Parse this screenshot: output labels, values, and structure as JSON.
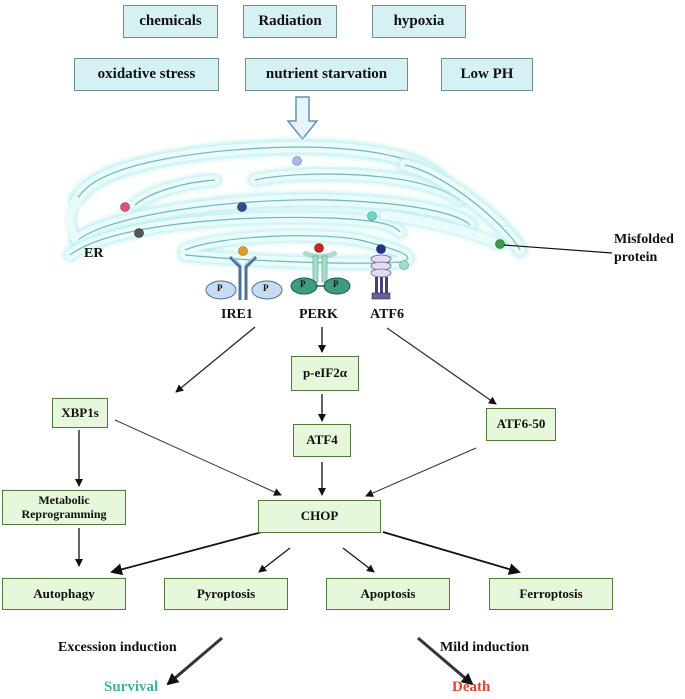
{
  "stressors": {
    "chemicals": "chemicals",
    "radiation": "Radiation",
    "hypoxia": "hypoxia",
    "oxidative_stress": "oxidative stress",
    "nutrient_starvation": "nutrient starvation",
    "low_ph": "Low PH"
  },
  "er": {
    "label": "ER",
    "misfolded_protein": "Misfolded\nprotein"
  },
  "sensors": {
    "ire1": "IRE1",
    "perk": "PERK",
    "atf6": "ATF6",
    "phospho": "P"
  },
  "nodes": {
    "xbp1s": "XBP1s",
    "p_eif2a": "p-eIF2α",
    "atf4": "ATF4",
    "atf6_50": "ATF6-50",
    "metabolic": "Metabolic\nReprogramming",
    "chop": "CHOP",
    "autophagy": "Autophagy",
    "pyroptosis": "Pyroptosis",
    "apoptosis": "Apoptosis",
    "ferroptosis": "Ferroptosis"
  },
  "outcomes": {
    "excession": "Excession induction",
    "mild": "Mild induction",
    "survival": "Survival",
    "death": "Death"
  },
  "colors": {
    "stress_fill": "#d6f1f4",
    "node_fill": "#e6f7dc",
    "survival": "#3fb39a",
    "death": "#e0452d"
  }
}
